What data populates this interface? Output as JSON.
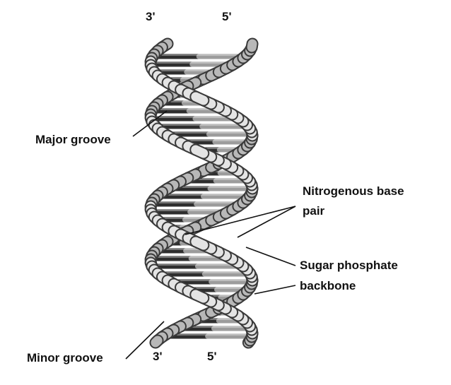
{
  "diagram": {
    "end_labels": {
      "top_left": "3'",
      "top_right": "5'",
      "bottom_left": "3'",
      "bottom_right": "5'"
    },
    "callouts": {
      "major_groove": "Major groove",
      "minor_groove": "Minor groove",
      "base_pair_line1": "Nitrogenous base",
      "base_pair_line2": "pair",
      "backbone_line1": "Sugar phosphate",
      "backbone_line2": "backbone"
    }
  }
}
